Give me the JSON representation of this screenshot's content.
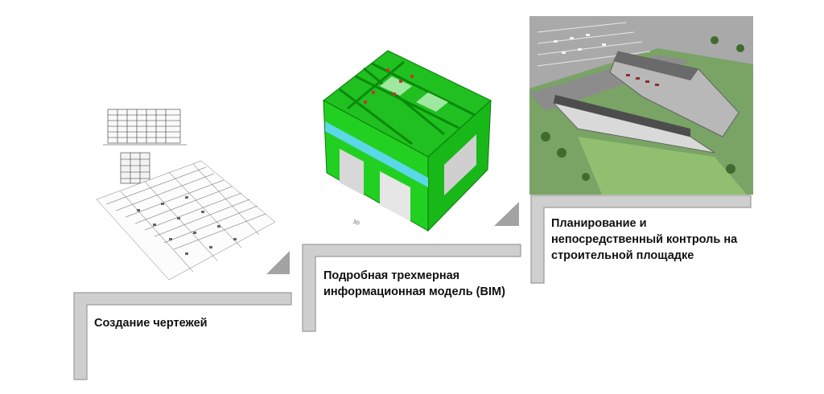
{
  "steps": [
    {
      "label": "Создание чертежей"
    },
    {
      "label": "Подробная трехмерная информационная модель (BIM)"
    },
    {
      "label": "Планирование и непосредственный контроль на строительной площадке"
    }
  ],
  "colors": {
    "stair_fill": "#cfcfcf",
    "stair_edge": "#9a9a9a",
    "triangle": "#a3a3a3",
    "bim_green": "#22d022",
    "bim_cyan": "#5ad8e8"
  },
  "icons": [
    "drawings-illustration",
    "bim-model-illustration",
    "construction-site-illustration"
  ]
}
